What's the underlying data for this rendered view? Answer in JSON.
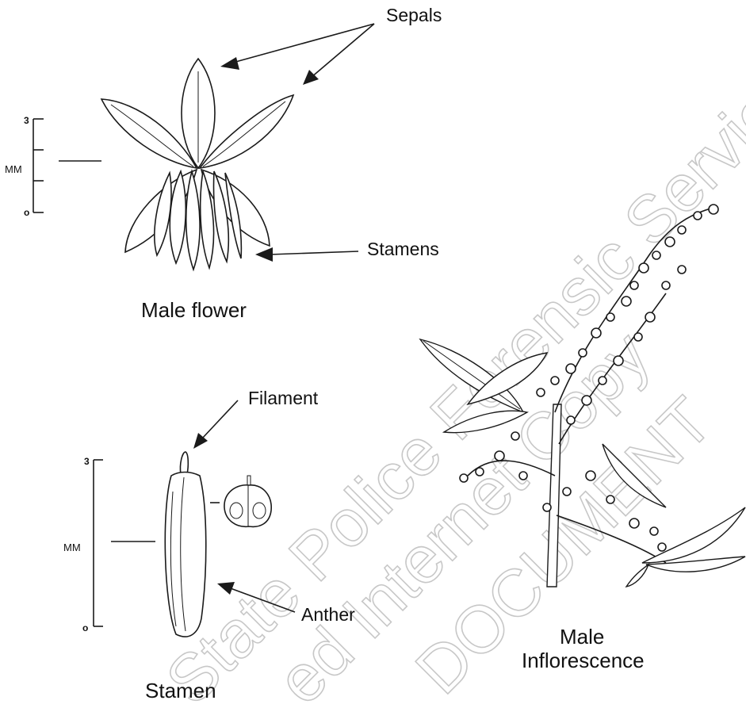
{
  "labels": {
    "sepals": "Sepals",
    "stamens": "Stamens",
    "male_flower": "Male flower",
    "filament": "Filament",
    "anther": "Anther",
    "stamen": "Stamen",
    "male_inflorescence_line1": "Male",
    "male_inflorescence_line2": "Inflorescence"
  },
  "scale_top": {
    "unit": "MM",
    "tick_max": "3",
    "tick_min": "o"
  },
  "scale_bottom": {
    "unit": "MM",
    "tick_max": "3",
    "tick_min": "o"
  },
  "watermark": {
    "line1": "State Police Forensic Services",
    "line2": "ed Internet Copy",
    "line3": "DOCUMENT"
  },
  "colors": {
    "ink": "#1a1a1a",
    "watermark": "#9a9a9a",
    "background": "#ffffff"
  }
}
